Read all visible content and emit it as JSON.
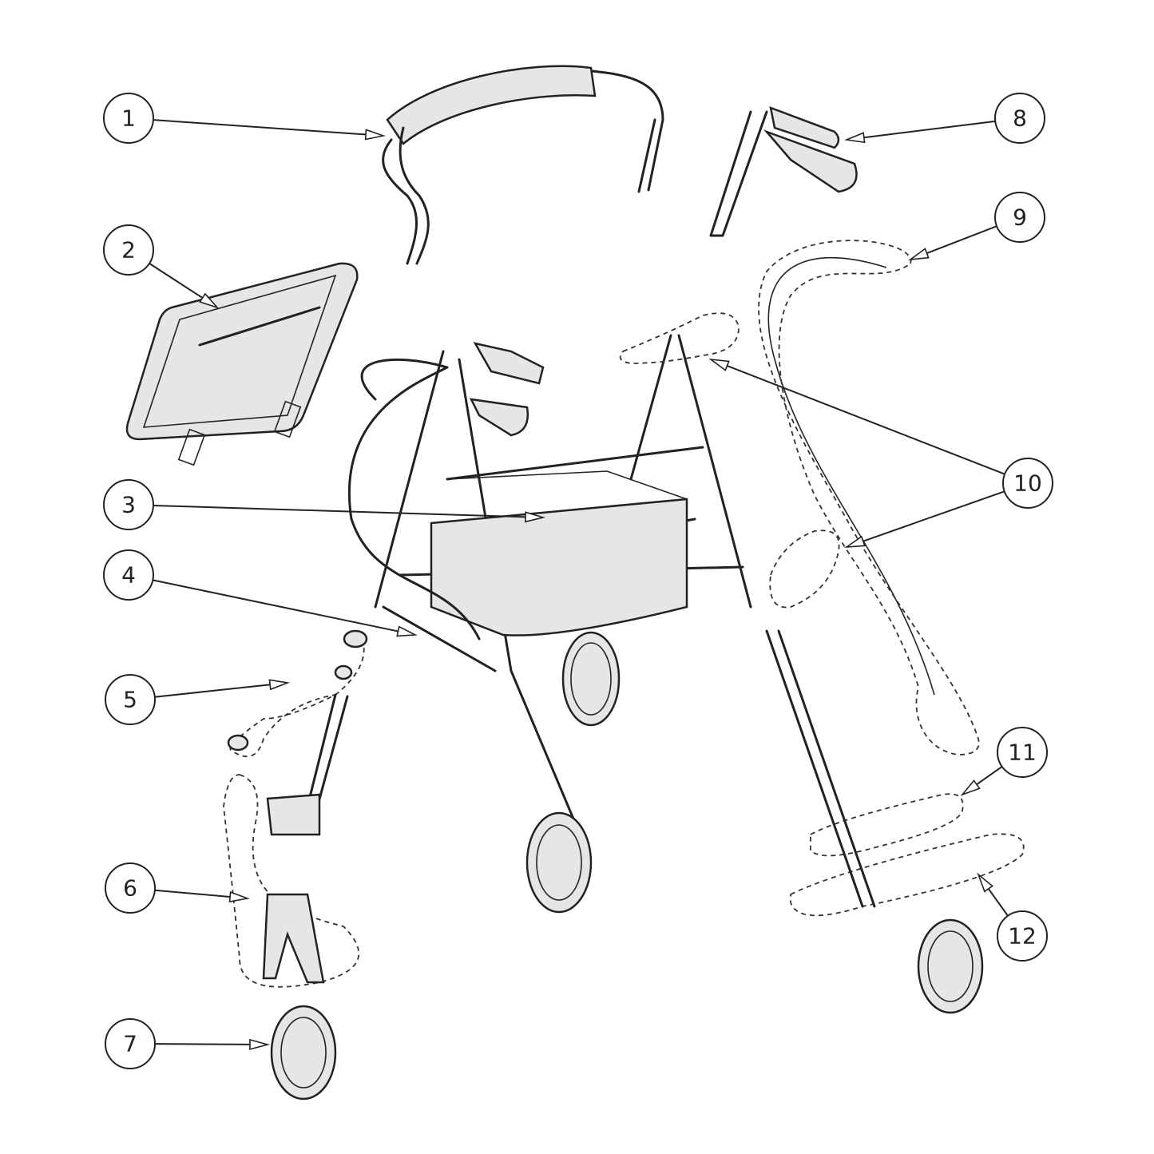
{
  "diagram": {
    "type": "exploded-parts-diagram",
    "callouts": [
      {
        "number": "1"
      },
      {
        "number": "2"
      },
      {
        "number": "3"
      },
      {
        "number": "4"
      },
      {
        "number": "5"
      },
      {
        "number": "6"
      },
      {
        "number": "7"
      },
      {
        "number": "8"
      },
      {
        "number": "9"
      },
      {
        "number": "10"
      },
      {
        "number": "11"
      },
      {
        "number": "12"
      }
    ]
  }
}
